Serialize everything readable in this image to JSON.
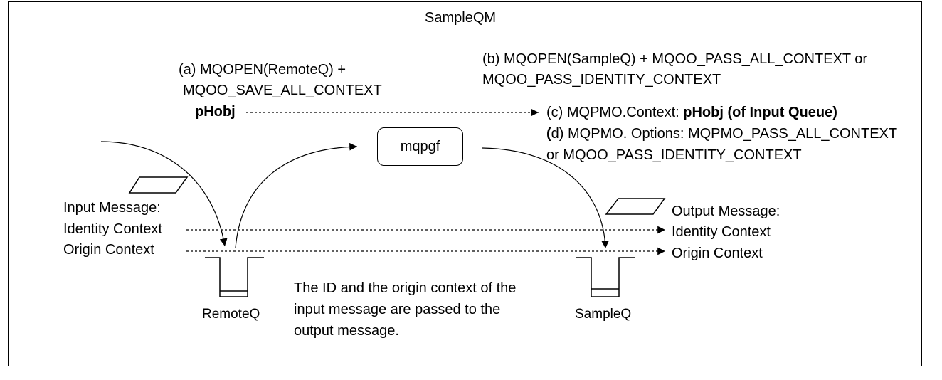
{
  "title": "SampleQM",
  "step_a": {
    "line1": "(a) MQOPEN(RemoteQ) +",
    "line2": "MQOO_SAVE_ALL_CONTEXT",
    "handle": "pHobj"
  },
  "step_b": {
    "line1": "(b) MQOPEN(SampleQ) + MQOO_PASS_ALL_CONTEXT or",
    "line2": "MQOO_PASS_IDENTITY_CONTEXT"
  },
  "step_c": {
    "prefix": "(c) MQPMO.Context: ",
    "bold": "pHobj (of Input Queue)"
  },
  "step_d": {
    "bold": "(",
    "line1": "d) MQPMO. Options: MQPMO_PASS_ALL_CONTEXT",
    "line2": "or MQOO_PASS_IDENTITY_CONTEXT"
  },
  "process": "mqpgf",
  "input_message": {
    "title": "Input Message:",
    "identity": "Identity Context",
    "origin": "Origin Context"
  },
  "output_message": {
    "title": "Output Message:",
    "identity": "Identity Context",
    "origin": "Origin Context"
  },
  "queues": {
    "remote": "RemoteQ",
    "sample": "SampleQ"
  },
  "note": {
    "line1": "The ID and the origin context of the",
    "line2": "input message are passed to the",
    "line3": "output message."
  }
}
